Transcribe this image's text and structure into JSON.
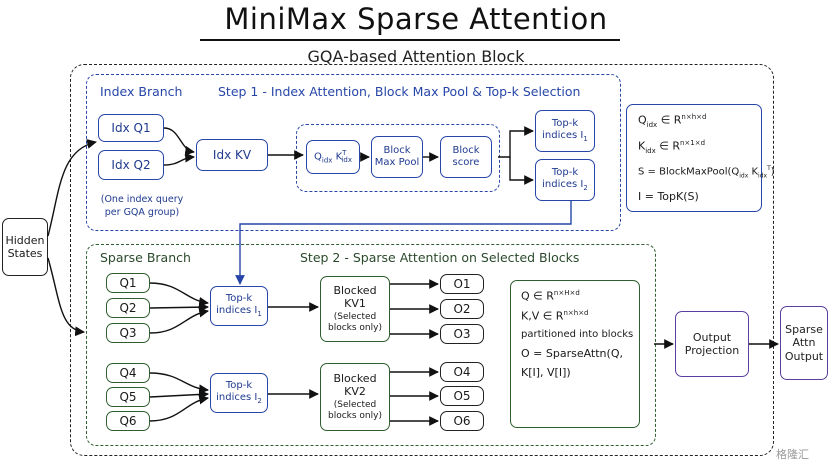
{
  "title": "MiniMax Sparse Attention",
  "subtitle": "GQA-based Attention Block",
  "input": {
    "label": "Hidden States"
  },
  "index_branch": {
    "label": "Index Branch",
    "step": "Step 1 - Index Attention, Block Max Pool & Top-k Selection",
    "idx_q1": "Idx Q1",
    "idx_q2": "Idx Q2",
    "note": "(One index query per GQA group)",
    "idx_kv": "Idx KV",
    "qk": "Q_idx K_idx^T",
    "block_max_pool": "Block Max Pool",
    "block_score": "Block score",
    "topk1": "Top-k indices I_1",
    "topk2": "Top-k indices I_2",
    "formulas": [
      "Q_idx ∈ R^{n×h×d}",
      "K_idx ∈ R^{n×1×d}",
      "S = BlockMaxPool(Q_idx K_idx^T)",
      "I = TopK(S)"
    ]
  },
  "sparse_branch": {
    "label": "Sparse Branch",
    "step": "Step 2 - Sparse Attention on Selected Blocks",
    "queries": [
      "Q1",
      "Q2",
      "Q3",
      "Q4",
      "Q5",
      "Q6"
    ],
    "topk1": "Top-k indices I_1",
    "topk2": "Top-k indices I_2",
    "kv1": {
      "title": "Blocked KV1",
      "note": "(Selected blocks only)"
    },
    "kv2": {
      "title": "Blocked KV2",
      "note": "(Selected blocks only)"
    },
    "outputs": [
      "O1",
      "O2",
      "O3",
      "O4",
      "O5",
      "O6"
    ],
    "formulas": [
      "Q ∈ R^{n×H×d}",
      "K,V ∈ R^{n×h×d}",
      "partitioned into blocks",
      "O = SparseAttn(Q,",
      "K[I], V[I])"
    ]
  },
  "output_projection": "Output Projection",
  "final_output": "Sparse Attn Output",
  "watermark": "格隆汇",
  "colors": {
    "index": "#2746a8",
    "sparse": "#2f5e2f",
    "projection": "#5a3fa0"
  }
}
